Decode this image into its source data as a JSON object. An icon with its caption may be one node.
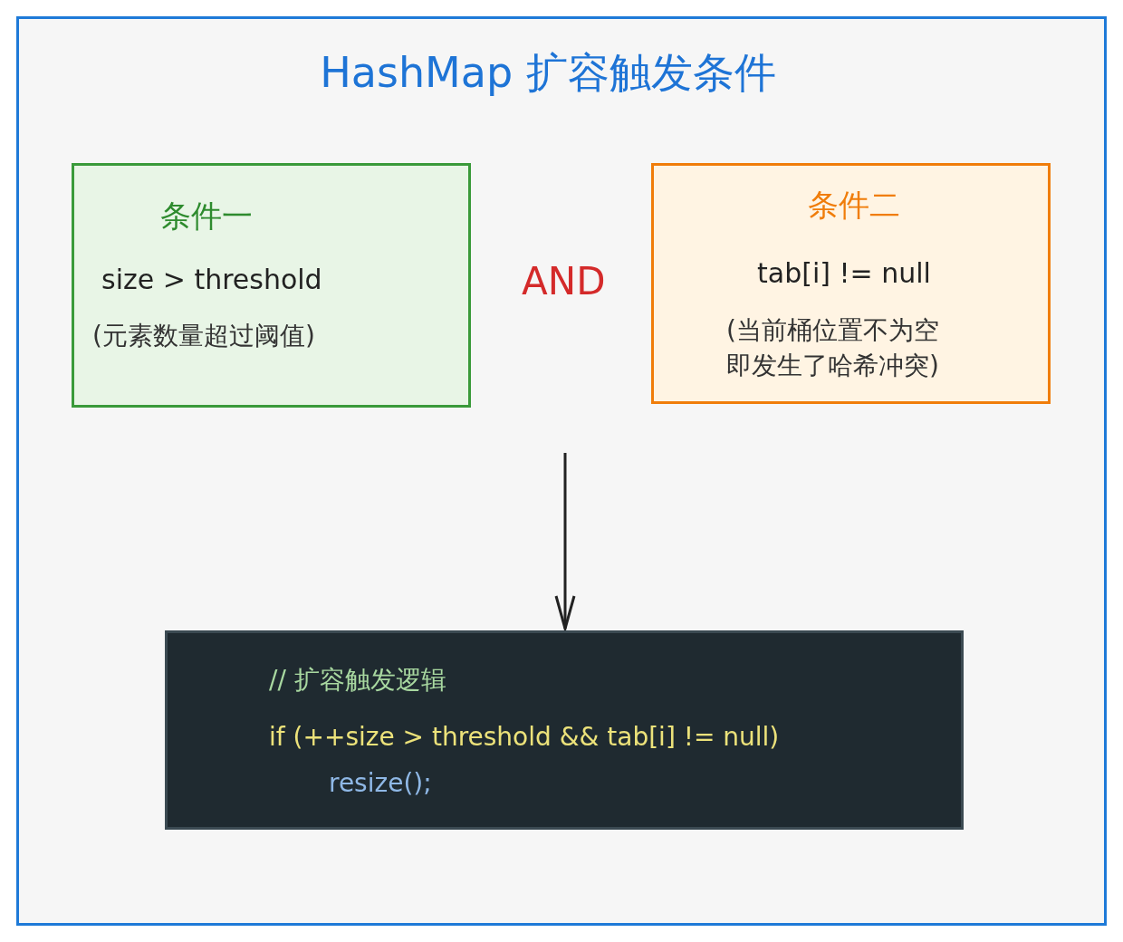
{
  "diagram": {
    "title": "HashMap 扩容触发条件",
    "nodes": [
      {
        "text": [
          "条件一",
          "size > threshold",
          "(元素数量超过阈值)"
        ]
      },
      {
        "text": [
          "条件二",
          "tab[i] != null",
          "(当前桶位置不为空即发生了哈希冲突)"
        ]
      },
      {
        "text": [
          "// 扩容触发逻辑",
          "if (++size > threshold && tab[i] != null)",
          "resize();"
        ]
      }
    ],
    "edges": [
      {
        "from": null,
        "to": 2,
        "arrow": "to"
      }
    ],
    "labels": [
      "AND"
    ]
  }
}
